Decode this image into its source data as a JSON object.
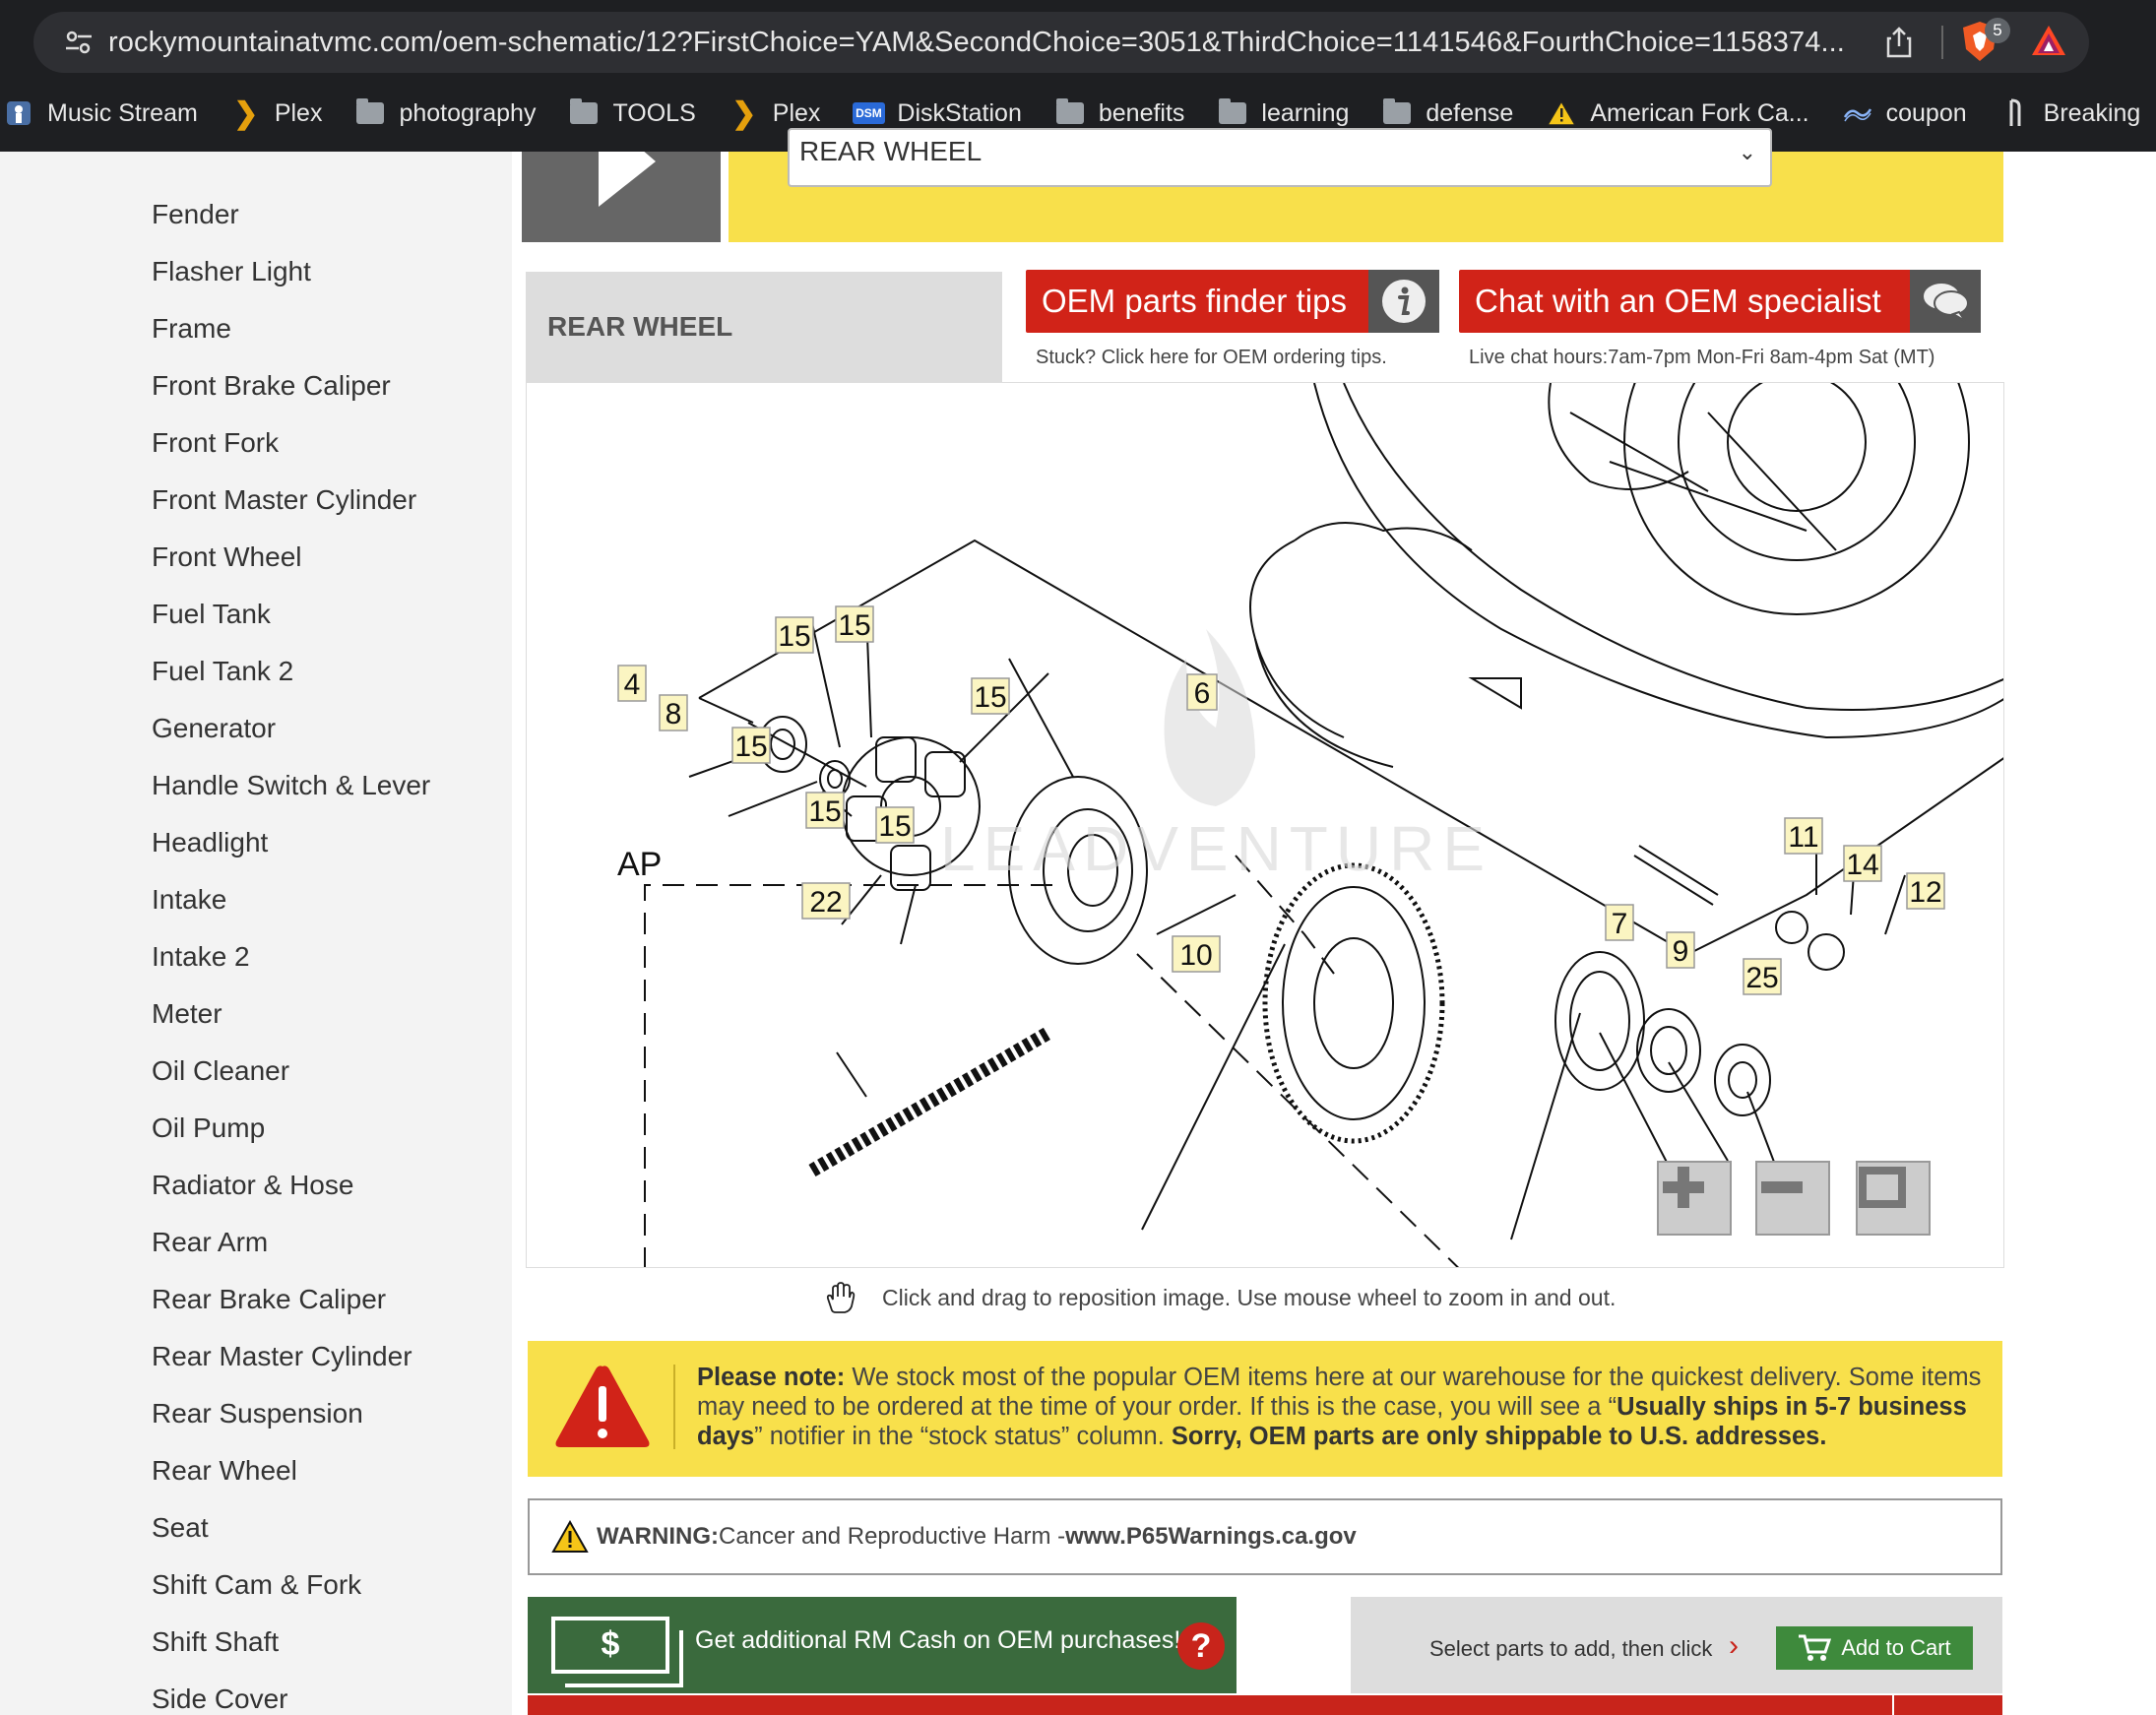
{
  "browser": {
    "url": "rockymountainatvmc.com/oem-schematic/12?FirstChoice=YAM&SecondChoice=3051&ThirdChoice=1141546&FourthChoice=1158374...",
    "extension_badge": "5",
    "bookmarks": [
      {
        "label": "Music Stream",
        "icon": "music-stream-icon"
      },
      {
        "label": "Plex",
        "icon": "plex-icon"
      },
      {
        "label": "photography",
        "icon": "folder-icon"
      },
      {
        "label": "TOOLS",
        "icon": "folder-icon"
      },
      {
        "label": "Plex",
        "icon": "plex-icon"
      },
      {
        "label": "DiskStation",
        "icon": "dsm-icon"
      },
      {
        "label": "benefits",
        "icon": "folder-icon"
      },
      {
        "label": "learning",
        "icon": "folder-icon"
      },
      {
        "label": "defense",
        "icon": "folder-icon"
      },
      {
        "label": "American Fork Ca...",
        "icon": "warning-icon"
      },
      {
        "label": "coupon",
        "icon": "coupon-icon"
      },
      {
        "label": "Breaking",
        "icon": "bookmark-icon"
      }
    ]
  },
  "sidebar": {
    "items": [
      "Fender",
      "Flasher Light",
      "Frame",
      "Front Brake Caliper",
      "Front Fork",
      "Front Master Cylinder",
      "Front Wheel",
      "Fuel Tank",
      "Fuel Tank 2",
      "Generator",
      "Handle Switch & Lever",
      "Headlight",
      "Intake",
      "Intake 2",
      "Meter",
      "Oil Cleaner",
      "Oil Pump",
      "Radiator & Hose",
      "Rear Arm",
      "Rear Brake Caliper",
      "Rear Master Cylinder",
      "Rear Suspension",
      "Rear Wheel",
      "Seat",
      "Shift Cam & Fork",
      "Shift Shaft",
      "Side Cover"
    ]
  },
  "selector": {
    "value": "REAR WHEEL"
  },
  "schematic": {
    "title": "REAR WHEEL",
    "tips_button": "OEM parts finder tips",
    "tips_sub": "Stuck? Click here for OEM ordering tips.",
    "chat_button": "Chat with an OEM specialist",
    "chat_sub": "Live chat hours:7am-7pm Mon-Fri 8am-4pm Sat (MT)",
    "callouts": [
      "15",
      "15",
      "4",
      "8",
      "15",
      "6",
      "15",
      "15",
      "15",
      "11",
      "14",
      "12",
      "22",
      "7",
      "9",
      "25",
      "10"
    ],
    "ap_label": "AP",
    "watermark": "LEADVENTURE",
    "drag_hint": "Click and drag to reposition image. Use mouse wheel to zoom in and out."
  },
  "note": {
    "label": "Please note:",
    "text1": " We stock most of the popular OEM items here at our warehouse for the quickest delivery. Some items may need to be ordered at the time of your order. If this is the case, you will see a “",
    "bold1": "Usually ships in 5-7 business days",
    "text2": "” notifier in the “stock status” column. ",
    "bold2": "Sorry, OEM parts are only shippable to U.S. addresses."
  },
  "warning": {
    "label": "WARNING:",
    "text": " Cancer and Reproductive Harm - ",
    "link": "www.P65Warnings.ca.gov"
  },
  "rmcash": {
    "bill": "$",
    "text": "Get additional RM Cash on OEM purchases!",
    "q": "?"
  },
  "cart": {
    "label": "Select parts to add, then click",
    "chevron": "›",
    "button": "Add to Cart"
  }
}
